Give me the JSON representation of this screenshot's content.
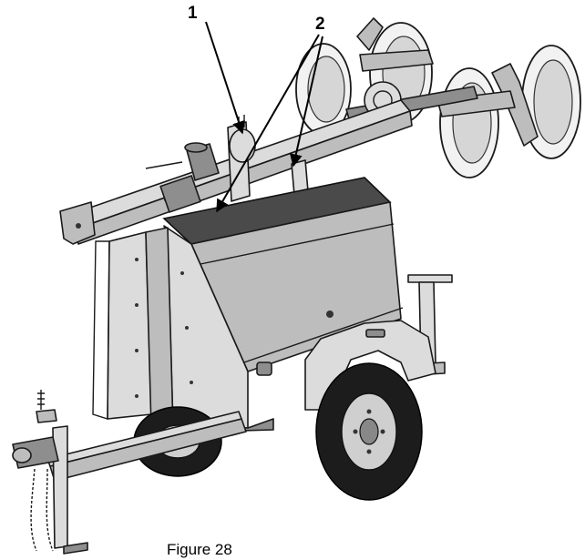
{
  "figure": {
    "caption": "Figure 28",
    "callouts": [
      {
        "label": "1"
      },
      {
        "label": "2"
      }
    ]
  }
}
